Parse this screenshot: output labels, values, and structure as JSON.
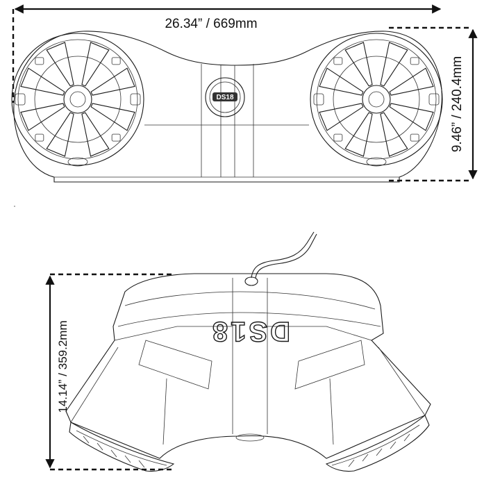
{
  "dimensions": {
    "width_label": "26.34” / 669mm",
    "height_label": "9.46” / 240.4mm",
    "depth_label": "14.14” / 359.2mm"
  },
  "logo": {
    "badge_text": "DS18",
    "top_text": "DS18"
  },
  "colors": {
    "line": "#1a1a1a",
    "background": "#ffffff"
  }
}
